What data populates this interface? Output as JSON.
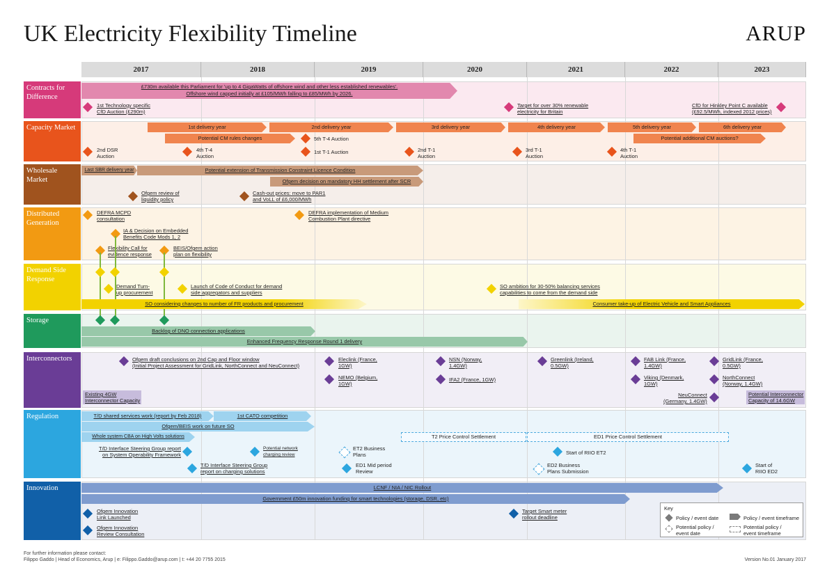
{
  "title": "UK Electricity Flexibility Timeline",
  "logo": "ARUP",
  "years": [
    "2017",
    "2018",
    "2019",
    "2020",
    "2021",
    "2022",
    "2023"
  ],
  "rows": {
    "cfd": "Contracts for Difference",
    "cm": "Capacity Market",
    "wholesale": "Wholesale Market",
    "dg": "Distributed Generation",
    "dsr": "Demand Side Response",
    "storage": "Storage",
    "interconnectors": "Interconnectors",
    "regulation": "Regulation",
    "innovation": "Innovation"
  },
  "colors": {
    "cfd": "#d63a7a",
    "cm": "#e8541c",
    "wholesale": "#a0531e",
    "dg": "#f29a12",
    "dsr": "#f2d200",
    "storage": "#1f9a5c",
    "interconnectors": "#6a3d96",
    "regulation": "#2ca6df",
    "innovation": "#1160a8"
  },
  "cfd": {
    "bar1": "£730m available this Parliament for 'up to 4 GigaWatts of offshore wind and other less established renewables'.",
    "bar2": "Offshore wind capped initially at £105/MWh falling to £85/MWh by 2026.",
    "m1": "1st Technology specific\nCfD Auction (£290m)",
    "m2": "Target for over 30% renewable\nelectricity for Britain",
    "m3": "CfD for Hinkley Point C available\n(£92.5/MWh, indexed 2012 prices)"
  },
  "cm": {
    "y1": "1st delivery year",
    "y2": "2nd delivery year",
    "y3": "3rd delivery year",
    "y4": "4th delivery year",
    "y5": "5th delivery year",
    "y6": "6th delivery year",
    "rules": "Potential CM rules changes",
    "add": "Potential additional CM auctions?",
    "a1": "2nd DSR\nAuction",
    "a2": "4th T-4\nAuction",
    "a3": "5th T-4 Auction",
    "a4": "1st T-1 Auction",
    "a5": "2nd T-1\nAuction",
    "a6": "3rd T-1\nAuction",
    "a7": "4th T-1\nAuction"
  },
  "wholesale": {
    "sbr": "Last SBR delivery year",
    "tclc": "Potential extension of Transmission Constraint Licence Condition",
    "hh": "Ofgem decision on mandatory HH settlement after SCR",
    "m1": "Ofgem review of\nliquidity policy",
    "m2": "Cash-out prices: move to PAR1\nand VoLL of £6,000/MWh"
  },
  "dg": {
    "m1": "DEFRA MCPD\nconsultation",
    "m2": "DEFRA implementation of Medium\nCombustion Plant directive",
    "m3": "IA & Decision on Embedded\nBenefits Code Mods 1, 2",
    "m4": "Flexibility Call for\nevidence response",
    "m5": "BEIS/Ofgem action\nplan on flexibility"
  },
  "dsr": {
    "m1": "Demand Turn-\nup procurement",
    "m2": "Launch of Code of Conduct for demand\nside aggregators and suppliers",
    "m3": "SO ambition for 30-50% balancing services\ncapabilities to come from the demand side",
    "bar1": "SO considering changes to number of FR products and procurement",
    "bar2": "Consumer take-up of Electric Vehicle and Smart Appliances"
  },
  "storage": {
    "bar1": "Backlog of DNO connection applications",
    "bar2": "Enhanced Frequency Response Round 1 delivery"
  },
  "ic": {
    "m1": "Ofgem draft conclusions on 2nd Cap and Floor window\n(Initial Project Assessment for GridLink, NorthConnect and NeuConnect)",
    "m2": "Eleclink (France,\n1GW)",
    "m3": "NEMO (Belgium,\n1GW)",
    "m4": "NSN (Norway,\n1.4GW)",
    "m5": "IFA2 (France, 1GW)",
    "m6": "Greenlink (Ireland,\n0.5GW)",
    "m7": "FAB Link (France,\n1.4GW)",
    "m8": "Viking (Denmark,\n1GW)",
    "m9": "GridLink (France,\n0.5GW)",
    "m10": "NorthConnect\n(Norway, 1.4GW)",
    "m11": "NeuConnect\n(Germany, 1.4GW)",
    "existing": "Existing 4GW\nInterconnector Capacity",
    "potential": "Potential Interconnector\nCapacity of 14.6GW"
  },
  "reg": {
    "b1": "T/D shared services work (report by Feb 2018)",
    "b2": "1st CATO competition",
    "b3": "Ofgem/BEIS work on future SO",
    "b4": "Whole system CBA on High Volts solutions",
    "b5": "T2 Price Control Settlement",
    "b6": "ED1 Price Control Settlement",
    "m1": "T/D Interface Steering Group report\non System Operability Framework",
    "m2": "Potential network\ncharging review",
    "m3": "ET2 Business\nPlans",
    "m4": "T/D Interface Steering Group\nreport on charging solutions",
    "m5": "ED1 Mid period\nReview",
    "m6": "Start of RIIO ET2",
    "m7": "ED2 Business\nPlans Submission",
    "m8": "Start of\nRIIO ED2"
  },
  "inn": {
    "b1": "LCNF / NIA / NIC Rollout",
    "b2": "Government £50m innovation funding for smart technologies (storage, DSR, etc)",
    "m1": "Ofgem Innovation\nLink Launched",
    "m2": "Ofgem Innovation\nReview Consultation",
    "m3": "Target Smart meter\nrollout deadline"
  },
  "key": {
    "title": "Key",
    "k1": "Policy / event date",
    "k2": "Policy / event timeframe",
    "k3": "Potential policy /\nevent date",
    "k4": "Potential policy /\nevent timeframe"
  },
  "footer": {
    "line1": "For further information please contact:",
    "line2": "Filippo Gaddo  |  Head of Economics, Arup  |  e: Filippo.Gaddo@arup.com  |  t: +44 20 7755 2015",
    "version": "Version No.01 January 2017"
  }
}
